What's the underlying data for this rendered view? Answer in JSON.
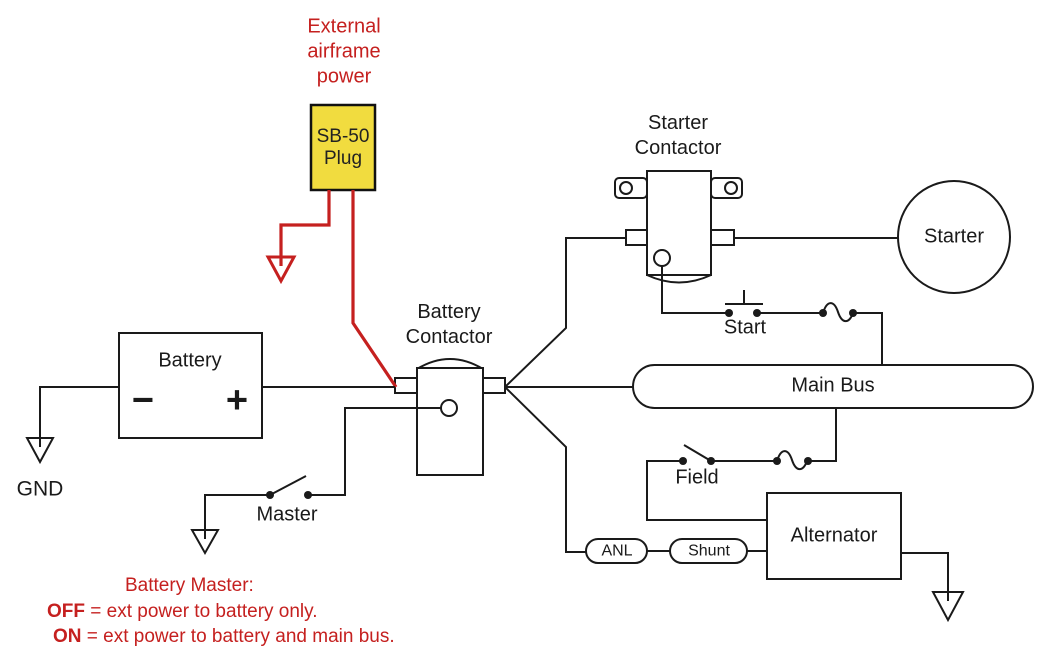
{
  "colors": {
    "wire": "#1a1a1a",
    "red": "#c5201f",
    "yellow": "#f1dc3f"
  },
  "labels": {
    "external_power": "External airframe power",
    "sb50_plug": "SB-50 Plug",
    "starter_contactor": "Starter Contactor",
    "battery_contactor": "Battery Contactor",
    "battery": "Battery",
    "battery_minus": "−",
    "battery_plus": "+",
    "starter": "Starter",
    "start": "Start",
    "main_bus": "Main Bus",
    "field": "Field",
    "master": "Master",
    "gnd": "GND",
    "anl": "ANL",
    "shunt": "Shunt",
    "alternator": "Alternator"
  },
  "notes": {
    "title": "Battery Master:",
    "off_label": "OFF",
    "off_text": "= ext power to battery only.",
    "on_label": "ON",
    "on_text": "= ext power to battery and main bus."
  }
}
